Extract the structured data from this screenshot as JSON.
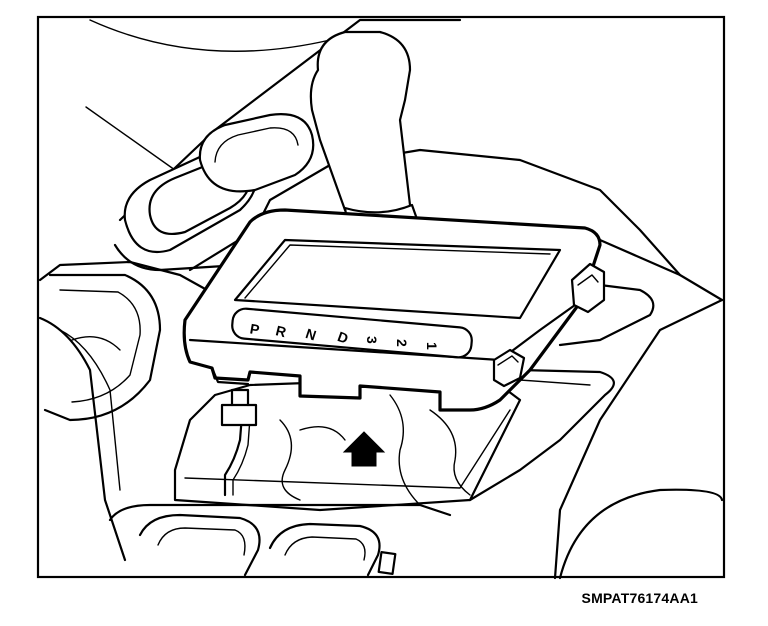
{
  "figure_code": "SMPAT76174AA1",
  "gear_positions": [
    "P",
    "R",
    "N",
    "D",
    "3",
    "2",
    "1"
  ]
}
